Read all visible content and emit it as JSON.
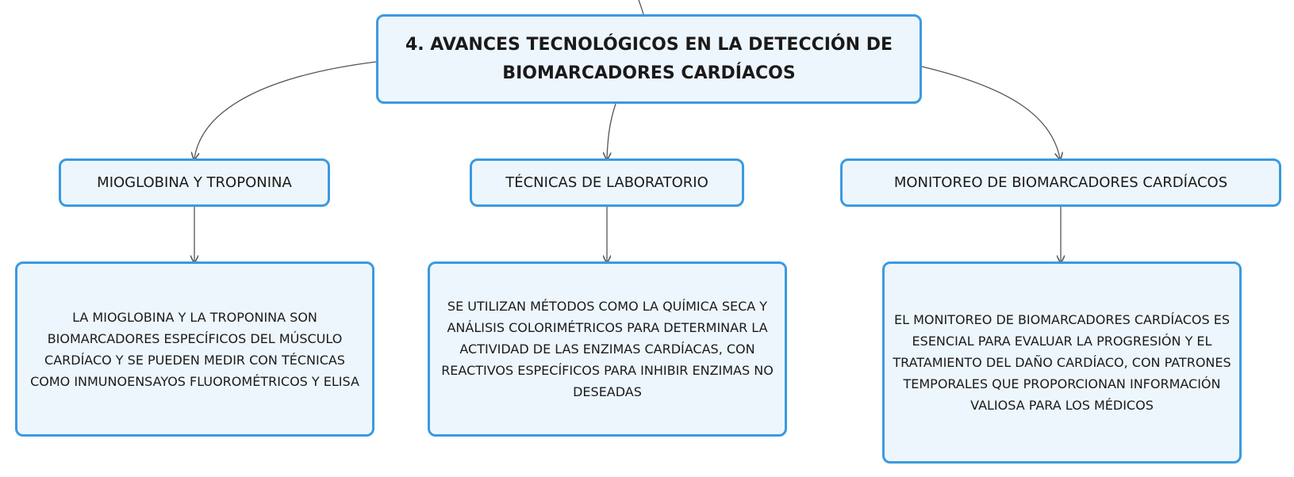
{
  "diagram": {
    "root": {
      "title": "4. AVANCES TECNOLÓGICOS EN LA DETECCIÓN DE BIOMARCADORES CARDÍACOS"
    },
    "branches": [
      {
        "label": "MIOGLOBINA Y TROPONINA",
        "detail": "LA MIOGLOBINA Y LA TROPONINA SON BIOMARCADORES ESPECÍFICOS DEL MÚSCULO CARDÍACO Y SE PUEDEN MEDIR CON TÉCNICAS COMO INMUNOENSAYOS FLUOROMÉTRICOS Y ELISA"
      },
      {
        "label": "TÉCNICAS DE LABORATORIO",
        "detail": "SE UTILIZAN MÉTODOS COMO LA QUÍMICA SECA Y ANÁLISIS COLORIMÉTRICOS PARA DETERMINAR LA ACTIVIDAD DE LAS ENZIMAS CARDÍACAS, CON REACTIVOS ESPECÍFICOS PARA INHIBIR ENZIMAS NO DESEADAS"
      },
      {
        "label": "MONITOREO DE BIOMARCADORES CARDÍACOS",
        "detail": "EL MONITOREO DE BIOMARCADORES CARDÍACOS ES ESENCIAL PARA EVALUAR LA PROGRESIÓN Y EL TRATAMIENTO DEL DAÑO CARDÍACO, CON PATRONES TEMPORALES QUE PROPORCIONAN INFORMACIÓN VALIOSA PARA LOS MÉDICOS"
      }
    ],
    "colors": {
      "node_fill": "#eef6fd",
      "node_border": "#3a9ae0",
      "connector": "#555555"
    }
  }
}
